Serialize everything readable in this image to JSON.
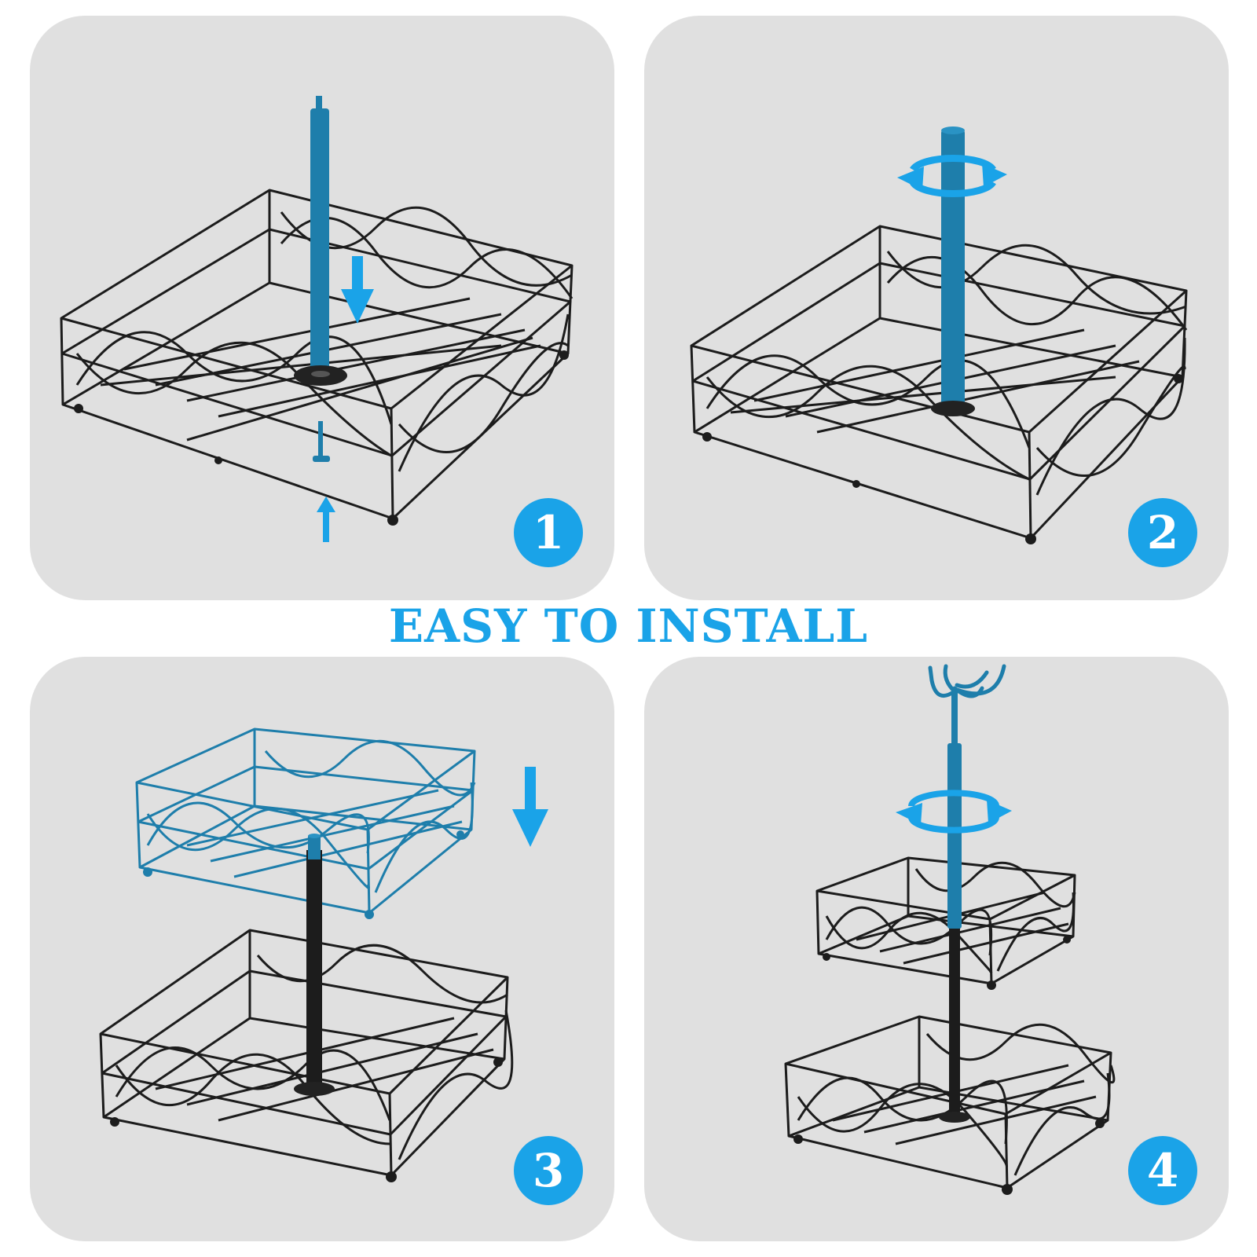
{
  "headline": "EASY TO INSTALL",
  "colors": {
    "accent": "#1aa3e8",
    "pole": "#1e7eab",
    "wire": "#1c1c1c",
    "panel_bg": "#e0e0e0"
  },
  "steps": [
    {
      "number": "1"
    },
    {
      "number": "2"
    },
    {
      "number": "3"
    },
    {
      "number": "4"
    }
  ]
}
